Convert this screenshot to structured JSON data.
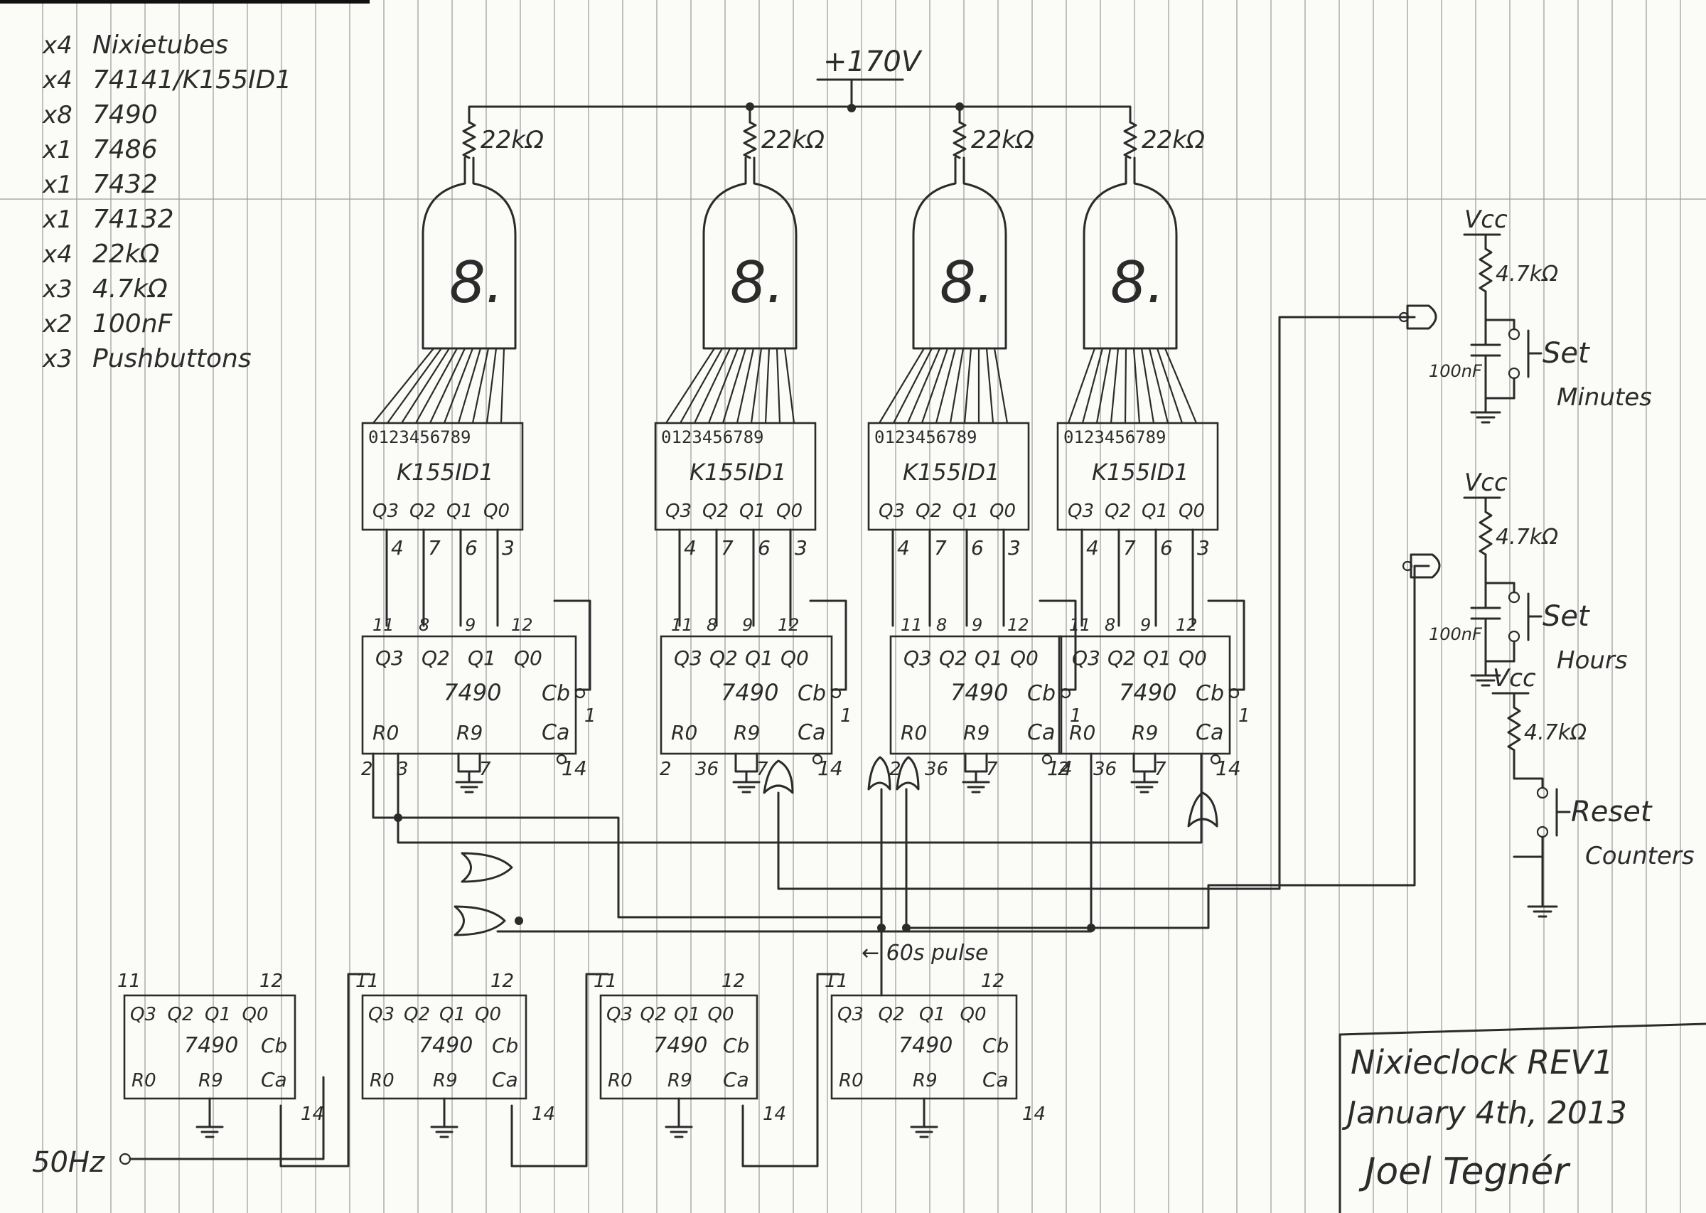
{
  "bom": [
    {
      "qty": "x4",
      "item": "Nixietubes"
    },
    {
      "qty": "x4",
      "item": "74141/K155ID1"
    },
    {
      "qty": "x8",
      "item": "7490"
    },
    {
      "qty": "x1",
      "item": "7486"
    },
    {
      "qty": "x1",
      "item": "7432"
    },
    {
      "qty": "x1",
      "item": "74132"
    },
    {
      "qty": "x4",
      "item": "22kΩ"
    },
    {
      "qty": "x3",
      "item": "4.7kΩ"
    },
    {
      "qty": "x2",
      "item": "100nF"
    },
    {
      "qty": "x3",
      "item": "Pushbuttons"
    }
  ],
  "supply": "+170V",
  "resistor": "22kΩ",
  "tube_digit": "8.",
  "driver": {
    "name": "K155ID1",
    "pins_top": "0123456789",
    "outputs": [
      "Q3",
      "Q2",
      "Q1",
      "Q0"
    ],
    "pin_nums": [
      "4",
      "7",
      "6",
      "3"
    ]
  },
  "counter": {
    "name": "7490",
    "outputs": [
      "Q3",
      "Q2",
      "Q1",
      "Q0"
    ],
    "pin_top": [
      "11",
      "8",
      "9",
      "12"
    ],
    "cb": "Cb",
    "ca": "Ca",
    "r0": "R0",
    "r9": "R9",
    "pin_1": "1",
    "pin_2": "2",
    "pin_3": "3",
    "pin_6": "6",
    "pin_7": "7",
    "pin_14": "14",
    "pin_36": "36"
  },
  "buttons": [
    {
      "vcc": "Vcc",
      "res": "4.7kΩ",
      "cap": "100nF",
      "label1": "Set",
      "label2": "Minutes"
    },
    {
      "vcc": "Vcc",
      "res": "4.7kΩ",
      "cap": "100nF",
      "label1": "Set",
      "label2": "Hours"
    },
    {
      "vcc": "Vcc",
      "res": "4.7kΩ",
      "cap": "",
      "label1": "Reset",
      "label2": "Counters"
    }
  ],
  "pulse_label": "← 60s pulse",
  "input_label": "50Hz",
  "title_block": {
    "line1": "Nixieclock   REV1",
    "line2": "January 4th, 2013",
    "line3": "Joel Tegnér"
  },
  "colors": {
    "ink": "#2b2b2b",
    "paper": "#fbfbf8",
    "grid": "#9a9a9a"
  }
}
